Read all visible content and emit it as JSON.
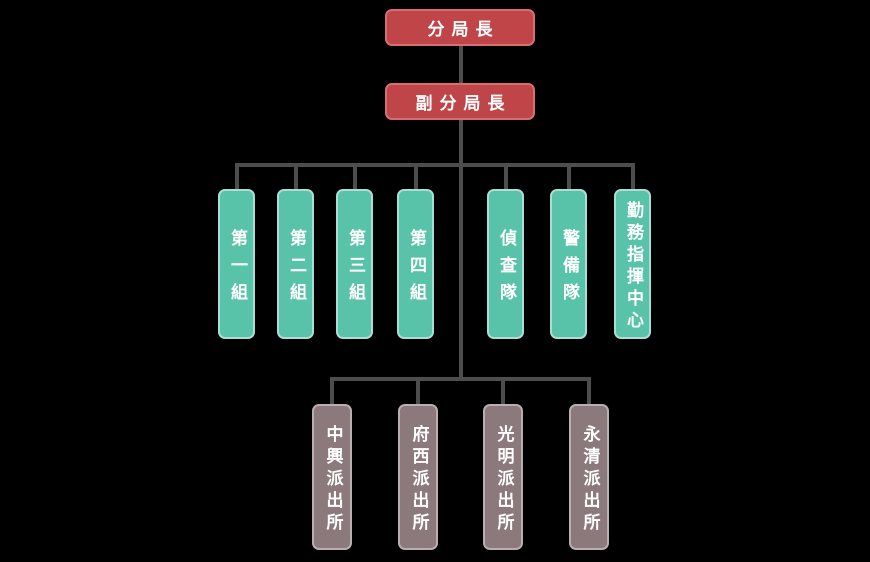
{
  "org_chart": {
    "type": "org-tree",
    "root": {
      "label": "分局長"
    },
    "deputy": {
      "label": "副分局長"
    },
    "divisions": [
      {
        "label": "第一組"
      },
      {
        "label": "第二組"
      },
      {
        "label": "第三組"
      },
      {
        "label": "第四組"
      },
      {
        "label": "偵查隊"
      },
      {
        "label": "警備隊"
      },
      {
        "label": "勤務指揮中心"
      }
    ],
    "stations": [
      {
        "label": "中興派出所"
      },
      {
        "label": "府西派出所"
      },
      {
        "label": "光明派出所"
      },
      {
        "label": "永清派出所"
      }
    ],
    "colors": {
      "executive_fill": "#c04549",
      "executive_border": "#d76e71",
      "division_fill": "#58c3a9",
      "division_border": "#a9dfd2",
      "station_fill": "#8c797c",
      "station_border": "#b9aeb0",
      "connector": "#4d4d4d",
      "text": "#ffffff",
      "background": "#000000"
    }
  }
}
